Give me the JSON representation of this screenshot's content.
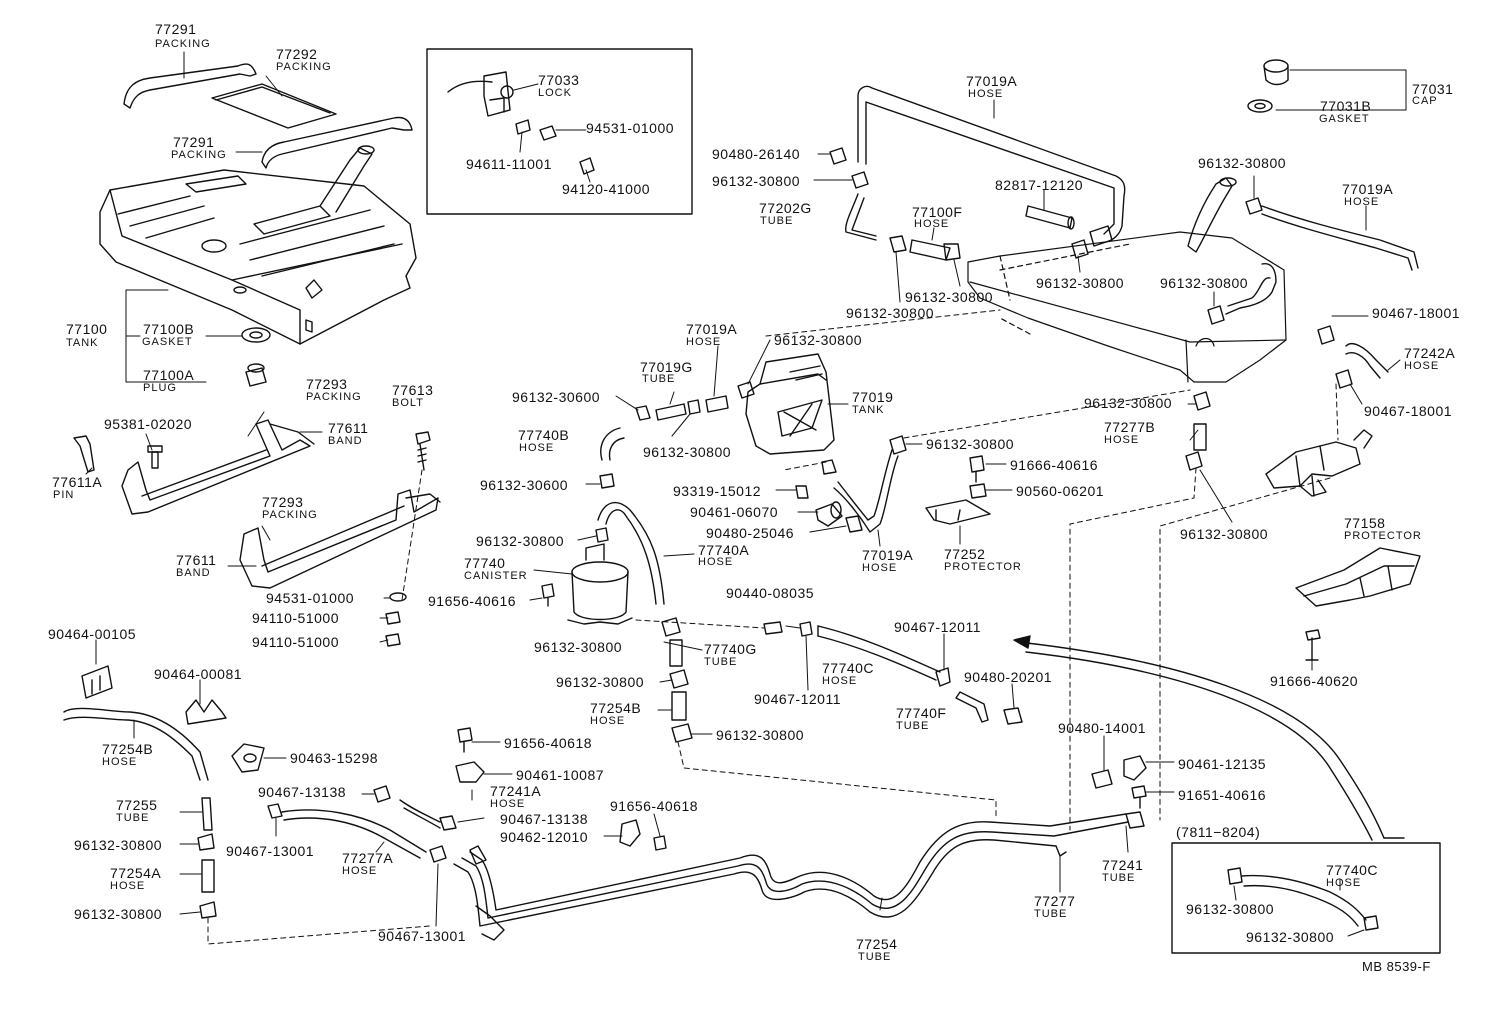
{
  "labels": [
    {
      "id": "p77291a",
      "text": "77291"
    },
    {
      "id": "n77291a",
      "text": "PACKING"
    },
    {
      "id": "p77292",
      "text": "77292"
    },
    {
      "id": "n77292",
      "text": "PACKING"
    },
    {
      "id": "p77291b",
      "text": "77291"
    },
    {
      "id": "n77291b",
      "text": "PACKING"
    },
    {
      "id": "p77100",
      "text": "77100"
    },
    {
      "id": "n77100",
      "text": "TANK"
    },
    {
      "id": "p77100b",
      "text": "77100B"
    },
    {
      "id": "n77100b",
      "text": "GASKET"
    },
    {
      "id": "p77100a",
      "text": "77100A"
    },
    {
      "id": "n77100a",
      "text": "PLUG"
    },
    {
      "id": "p77033",
      "text": "77033"
    },
    {
      "id": "n77033",
      "text": "LOCK"
    },
    {
      "id": "p94531a",
      "text": "94531-01000"
    },
    {
      "id": "p94611",
      "text": "94611-11001"
    },
    {
      "id": "p94120",
      "text": "94120-41000"
    },
    {
      "id": "p77019A1",
      "text": "77019A"
    },
    {
      "id": "n77019A1",
      "text": "HOSE"
    },
    {
      "id": "p90480_26140",
      "text": "90480-26140"
    },
    {
      "id": "p96132_a",
      "text": "96132-30800"
    },
    {
      "id": "p77202g",
      "text": "77202G"
    },
    {
      "id": "n77202g",
      "text": "TUBE"
    },
    {
      "id": "p82817",
      "text": "82817-12120"
    },
    {
      "id": "p77100f",
      "text": "77100F"
    },
    {
      "id": "n77100f",
      "text": "HOSE"
    },
    {
      "id": "p96132_b",
      "text": "96132-30800"
    },
    {
      "id": "p96132_c",
      "text": "96132-30800"
    },
    {
      "id": "p96132_d",
      "text": "96132-30800"
    },
    {
      "id": "p96132_e",
      "text": "96132-30800"
    },
    {
      "id": "p77031",
      "text": "77031"
    },
    {
      "id": "n77031",
      "text": "CAP"
    },
    {
      "id": "p77031b",
      "text": "77031B"
    },
    {
      "id": "n77031b",
      "text": "GASKET"
    },
    {
      "id": "p96132_f",
      "text": "96132-30800"
    },
    {
      "id": "p77019A2",
      "text": "77019A"
    },
    {
      "id": "n77019A2",
      "text": "HOSE"
    },
    {
      "id": "p96132_g",
      "text": "96132-30800"
    },
    {
      "id": "p77293a",
      "text": "77293"
    },
    {
      "id": "n77293a",
      "text": "PACKING"
    },
    {
      "id": "p77613",
      "text": "77613"
    },
    {
      "id": "n77613",
      "text": "BOLT"
    },
    {
      "id": "p95381",
      "text": "95381-02020"
    },
    {
      "id": "p77611a_band",
      "text": "77611"
    },
    {
      "id": "n77611a_band",
      "text": "BAND"
    },
    {
      "id": "p77611A",
      "text": "77611A"
    },
    {
      "id": "n77611A",
      "text": "PIN"
    },
    {
      "id": "p77293b",
      "text": "77293"
    },
    {
      "id": "n77293b",
      "text": "PACKING"
    },
    {
      "id": "p77611b",
      "text": "77611"
    },
    {
      "id": "n77611b",
      "text": "BAND"
    },
    {
      "id": "p94531b",
      "text": "94531-01000"
    },
    {
      "id": "p94110a",
      "text": "94110-51000"
    },
    {
      "id": "p94110b",
      "text": "94110-51000"
    },
    {
      "id": "p77019A3",
      "text": "77019A"
    },
    {
      "id": "n77019A3",
      "text": "HOSE"
    },
    {
      "id": "p96132_h",
      "text": "96132-30800"
    },
    {
      "id": "p77019g",
      "text": "77019G"
    },
    {
      "id": "n77019g",
      "text": "TUBE"
    },
    {
      "id": "p96132_600a",
      "text": "96132-30600"
    },
    {
      "id": "p77019",
      "text": "77019"
    },
    {
      "id": "n77019",
      "text": "TANK"
    },
    {
      "id": "p77740b",
      "text": "77740B"
    },
    {
      "id": "n77740b",
      "text": "HOSE"
    },
    {
      "id": "p96132_i",
      "text": "96132-30800"
    },
    {
      "id": "p96132_600b",
      "text": "96132-30600"
    },
    {
      "id": "p93319",
      "text": "93319-15012"
    },
    {
      "id": "p90461_06070",
      "text": "90461-06070"
    },
    {
      "id": "p90480_25046",
      "text": "90480-25046"
    },
    {
      "id": "p96132_j",
      "text": "96132-30800"
    },
    {
      "id": "p77740",
      "text": "77740"
    },
    {
      "id": "n77740",
      "text": "CANISTER"
    },
    {
      "id": "p91656_a",
      "text": "91656-40616"
    },
    {
      "id": "p77740a",
      "text": "77740A"
    },
    {
      "id": "n77740a",
      "text": "HOSE"
    },
    {
      "id": "p77019A4",
      "text": "77019A"
    },
    {
      "id": "n77019A4",
      "text": "HOSE"
    },
    {
      "id": "p96132_k",
      "text": "96132-30800"
    },
    {
      "id": "p91666_40616",
      "text": "91666-40616"
    },
    {
      "id": "p90560",
      "text": "90560-06201"
    },
    {
      "id": "p77252",
      "text": "77252"
    },
    {
      "id": "n77252",
      "text": "PROTECTOR"
    },
    {
      "id": "p90467_18001a",
      "text": "90467-18001"
    },
    {
      "id": "p77242a",
      "text": "77242A"
    },
    {
      "id": "n77242a",
      "text": "HOSE"
    },
    {
      "id": "p96132_l",
      "text": "96132-30800"
    },
    {
      "id": "p90467_18001b",
      "text": "90467-18001"
    },
    {
      "id": "p77277b",
      "text": "77277B"
    },
    {
      "id": "n77277b",
      "text": "HOSE"
    },
    {
      "id": "p96132_m",
      "text": "96132-30800"
    },
    {
      "id": "p77158",
      "text": "77158"
    },
    {
      "id": "n77158",
      "text": "PROTECTOR"
    },
    {
      "id": "p91666_40620",
      "text": "91666-40620"
    },
    {
      "id": "p90440",
      "text": "90440-08035"
    },
    {
      "id": "p96132_n",
      "text": "96132-30800"
    },
    {
      "id": "p77740g",
      "text": "77740G"
    },
    {
      "id": "n77740g",
      "text": "TUBE"
    },
    {
      "id": "p90467_12011a",
      "text": "90467-12011"
    },
    {
      "id": "p77740c1",
      "text": "77740C"
    },
    {
      "id": "n77740c1",
      "text": "HOSE"
    },
    {
      "id": "p90467_12011b",
      "text": "90467-12011"
    },
    {
      "id": "p96132_o",
      "text": "96132-30800"
    },
    {
      "id": "p77254b1",
      "text": "77254B"
    },
    {
      "id": "n77254b1",
      "text": "HOSE"
    },
    {
      "id": "p96132_p",
      "text": "96132-30800"
    },
    {
      "id": "p90480_20201",
      "text": "90480-20201"
    },
    {
      "id": "p77740f",
      "text": "77740F"
    },
    {
      "id": "n77740f",
      "text": "TUBE"
    },
    {
      "id": "p90480_14001",
      "text": "90480-14001"
    },
    {
      "id": "p90461_12135",
      "text": "90461-12135"
    },
    {
      "id": "p91651",
      "text": "91651-40616"
    },
    {
      "id": "p90464_105",
      "text": "90464-00105"
    },
    {
      "id": "p90464_81",
      "text": "90464-00081"
    },
    {
      "id": "p77254b2",
      "text": "77254B"
    },
    {
      "id": "n77254b2",
      "text": "HOSE"
    },
    {
      "id": "p90463",
      "text": "90463-15298"
    },
    {
      "id": "p91656_b",
      "text": "91656-40618"
    },
    {
      "id": "p90461_10087",
      "text": "90461-10087"
    },
    {
      "id": "p90467_13138a",
      "text": "90467-13138"
    },
    {
      "id": "p77241a",
      "text": "77241A"
    },
    {
      "id": "n77241a",
      "text": "HOSE"
    },
    {
      "id": "p90467_13138b",
      "text": "90467-13138"
    },
    {
      "id": "p91656_c",
      "text": "91656-40618"
    },
    {
      "id": "p90462",
      "text": "90462-12010"
    },
    {
      "id": "p77255",
      "text": "77255"
    },
    {
      "id": "n77255",
      "text": "TUBE"
    },
    {
      "id": "p96132_q",
      "text": "96132-30800"
    },
    {
      "id": "p90467_13001a",
      "text": "90467-13001"
    },
    {
      "id": "p77277a",
      "text": "77277A"
    },
    {
      "id": "n77277a",
      "text": "HOSE"
    },
    {
      "id": "p77254a",
      "text": "77254A"
    },
    {
      "id": "n77254a",
      "text": "HOSE"
    },
    {
      "id": "p96132_r",
      "text": "96132-30800"
    },
    {
      "id": "p90467_13001b",
      "text": "90467-13001"
    },
    {
      "id": "p77254",
      "text": "77254"
    },
    {
      "id": "n77254",
      "text": "TUBE"
    },
    {
      "id": "p77277",
      "text": "77277"
    },
    {
      "id": "n77277",
      "text": "TUBE"
    },
    {
      "id": "p77241",
      "text": "77241"
    },
    {
      "id": "n77241",
      "text": "TUBE"
    },
    {
      "id": "p7811",
      "text": "(7811−8204)"
    },
    {
      "id": "p77740c2",
      "text": "77740C"
    },
    {
      "id": "n77740c2",
      "text": "HOSE"
    },
    {
      "id": "p96132_s",
      "text": "96132-30800"
    },
    {
      "id": "p96132_t",
      "text": "96132-30800"
    },
    {
      "id": "ref",
      "text": "MB 8539-F"
    }
  ]
}
